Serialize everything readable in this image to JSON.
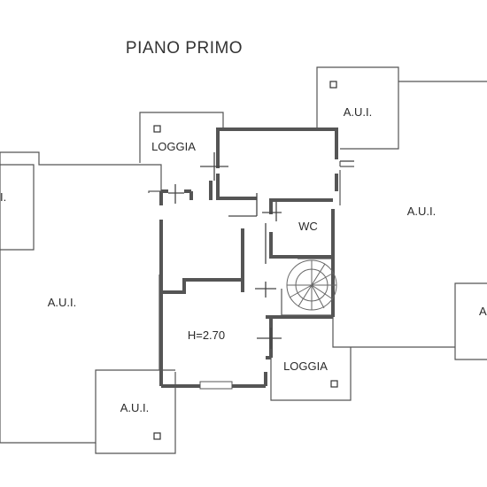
{
  "title": "PIANO PRIMO",
  "rooms": {
    "loggia_top": "LOGGIA",
    "loggia_bottom": "LOGGIA",
    "wc": "WC",
    "height": "H=2.70",
    "aui_top": "A.U.I.",
    "aui_right": "A.U.I.",
    "aui_left": "A.U.I.",
    "aui_bottom": "A.U.I.",
    "aui_edge_left": "I.",
    "aui_edge_right": "A"
  },
  "colors": {
    "line": "#555555",
    "text": "#2a2a2a",
    "background": "#ffffff"
  }
}
